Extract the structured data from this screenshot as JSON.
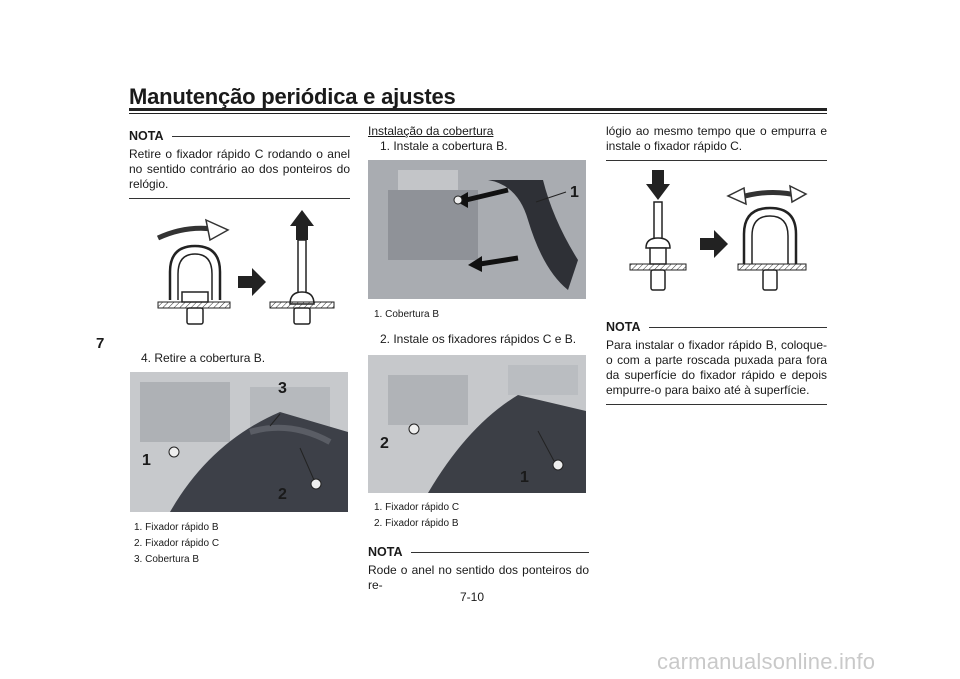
{
  "header": {
    "title": "Manutenção periódica e ajustes",
    "chapter_tab": "7"
  },
  "col1": {
    "nota_label": "NOTA",
    "nota_text": "Retire o fixador rápido C rodando o anel no sentido contrário ao dos ponteiros do relógio.",
    "step4": "4. Retire a cobertura B.",
    "callouts": [
      "1",
      "2",
      "3"
    ],
    "captions": [
      "1.  Fixador rápido B",
      "2.  Fixador rápido C",
      "3.  Cobertura B"
    ]
  },
  "col2": {
    "section_title": "Instalação da cobertura",
    "step1": "1. Instale a cobertura B.",
    "photo1_callout": "1",
    "photo1_caption": "1.  Cobertura B",
    "step2": "2. Instale os fixadores rápidos C e B.",
    "photo2_callouts": [
      "2",
      "1"
    ],
    "photo2_captions": [
      "1.  Fixador rápido C",
      "2.  Fixador rápido B"
    ],
    "nota_label": "NOTA",
    "nota_text": "Rode o anel no sentido dos ponteiros do re-"
  },
  "col3": {
    "continued_text": "lógio ao mesmo tempo que o empurra e instale o fixador rápido C.",
    "nota_label": "NOTA",
    "nota_text": "Para instalar o fixador rápido B, coloque-o com a parte roscada puxada para fora da superfície do fixador rápido e depois empurre-o para baixo até à superfície."
  },
  "footer": {
    "page_number": "7-10",
    "watermark": "carmanualsonline.info"
  },
  "colors": {
    "text": "#1a1a1a",
    "photo_dark": "#3a3d44",
    "photo_light": "#bfc2c6",
    "watermark": "#c9c9c9"
  }
}
